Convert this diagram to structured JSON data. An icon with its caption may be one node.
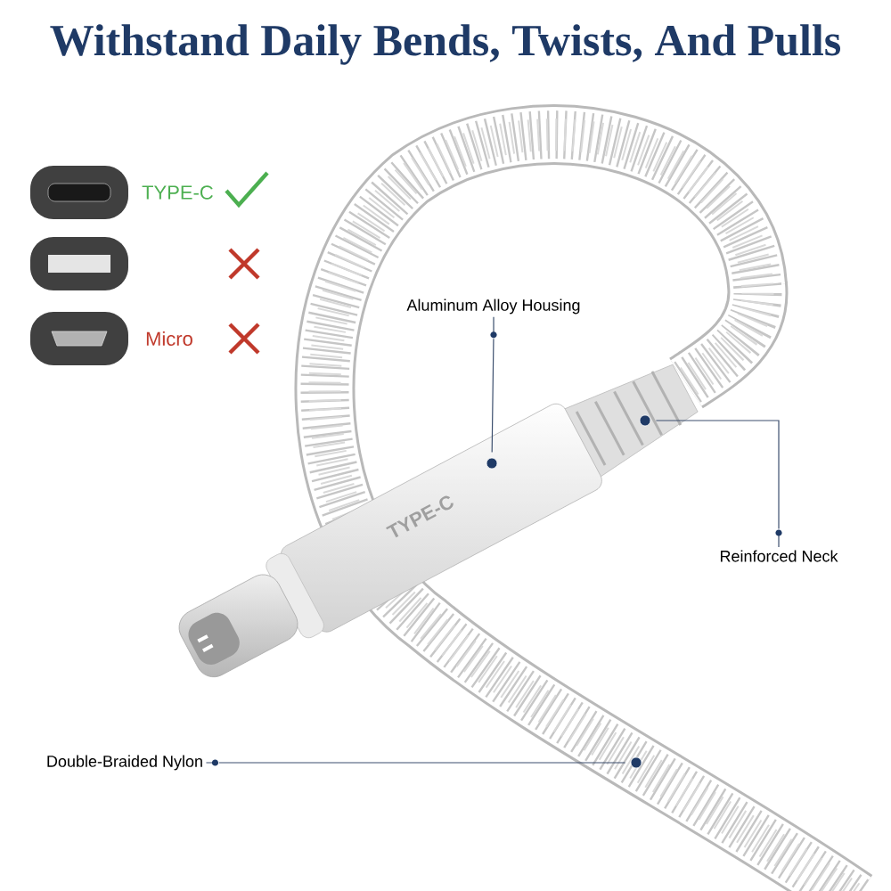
{
  "diagram": {
    "title": "Withstand Daily Bends, Twists, And Pulls",
    "nodes": [
      {
        "text": [
          "Aluminum Alloy Housing"
        ]
      },
      {
        "text": [],
        "shape": "circle"
      },
      {
        "text": [
          "Reinforced Neck"
        ]
      },
      {
        "text": [],
        "shape": "circle"
      },
      {
        "text": [
          "Double-Braided Nylon"
        ]
      },
      {
        "text": [],
        "shape": "circle"
      }
    ],
    "edges": [
      {
        "from": 0,
        "to": 1,
        "arrow": "none"
      },
      {
        "from": 2,
        "to": 3,
        "arrow": "none"
      },
      {
        "from": 4,
        "to": 5,
        "arrow": "none"
      }
    ],
    "labels": [
      "TYPE-C",
      "Micro",
      "TYPE-C"
    ]
  }
}
